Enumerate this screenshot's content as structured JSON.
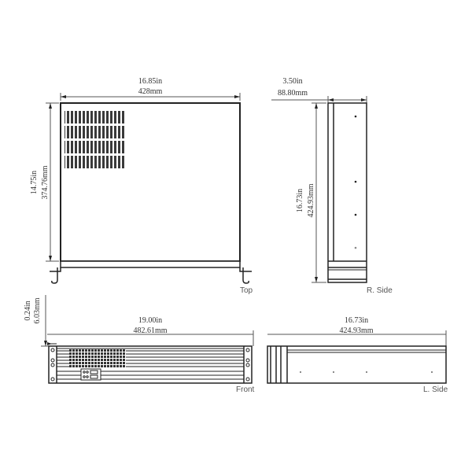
{
  "views": {
    "top": {
      "label": "Top",
      "width_in": "16.85in",
      "width_mm": "428mm",
      "depth_in": "14.75in",
      "depth_mm": "374.76mm"
    },
    "right_side": {
      "label": "R. Side",
      "width_in": "3.50in",
      "width_mm": "88.80mm",
      "depth_in": "16.73in",
      "depth_mm": "424.93mm"
    },
    "front": {
      "label": "Front",
      "width_in": "19.00in",
      "width_mm": "482.61mm",
      "offset_in": "0.24in",
      "offset_mm": "6.03mm"
    },
    "left_side": {
      "label": "L. Side",
      "length_in": "16.73in",
      "length_mm": "424.93mm"
    }
  },
  "colors": {
    "line": "#222222",
    "dim_line": "#555555",
    "vent": "#444444",
    "text": "#333333"
  }
}
